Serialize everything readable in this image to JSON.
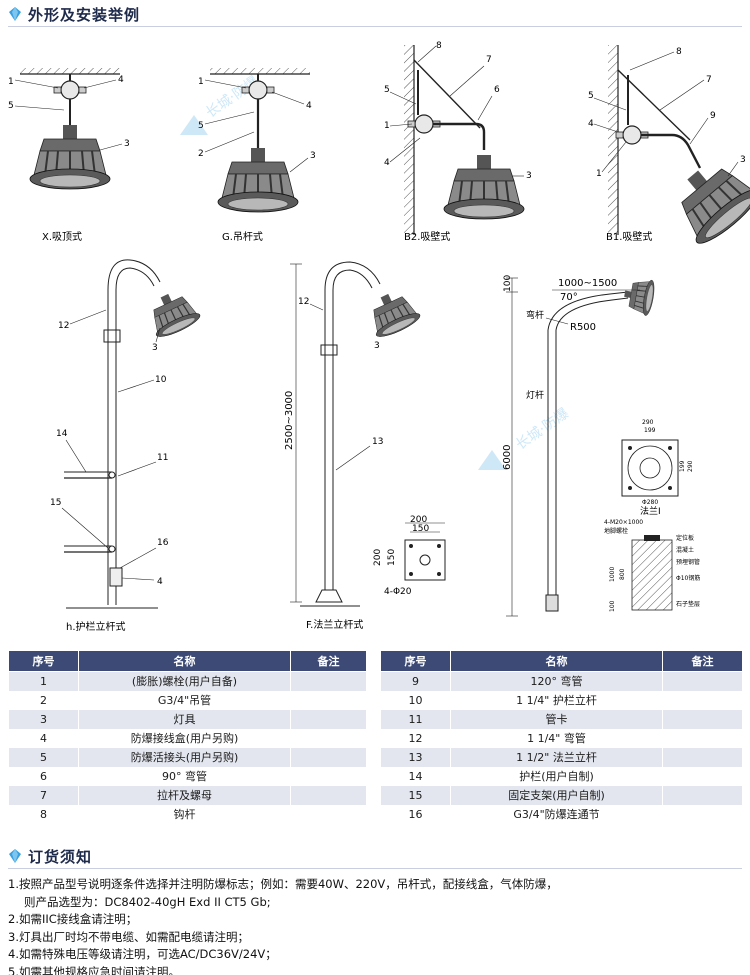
{
  "section1": {
    "title": "外形及安装举例"
  },
  "section2": {
    "title": "订货须知"
  },
  "watermark": "长城·防爆",
  "figures": {
    "x": {
      "caption": "X.吸顶式"
    },
    "g": {
      "caption": "G.吊杆式"
    },
    "b2": {
      "caption": "B2.吸壁式"
    },
    "b1": {
      "caption": "B1.吸壁式"
    },
    "h": {
      "caption": "h.护栏立杆式"
    },
    "f": {
      "caption": "F.法兰立杆式",
      "height_dim": "2500~3000",
      "base_w1": "200",
      "base_w2": "150",
      "base_h1": "200",
      "base_h2": "150",
      "holes": "4-Φ20"
    },
    "street": {
      "dim_top": "100",
      "dim_reach": "1000~1500",
      "angle": "70°",
      "radius": "R500",
      "label_arm": "弯杆",
      "label_pole": "灯杆",
      "dim_height": "6000",
      "flange_caption": "法兰I",
      "flange_dims": [
        "290",
        "199",
        "199",
        "290",
        "Φ280"
      ],
      "foundation_labels": [
        "4-M20×1000",
        "地脚螺栓",
        "定位板",
        "混凝土",
        "预埋钢管",
        "Φ10钢筋",
        "石子垫层"
      ],
      "foundation_dims": [
        "1000",
        "800",
        "100"
      ]
    }
  },
  "table": {
    "headers": {
      "no": "序号",
      "name": "名称",
      "note": "备注"
    },
    "left_rows": [
      {
        "no": "1",
        "name": "(膨胀)螺栓(用户自备)",
        "note": ""
      },
      {
        "no": "2",
        "name": "G3/4\"吊管",
        "note": ""
      },
      {
        "no": "3",
        "name": "灯具",
        "note": ""
      },
      {
        "no": "4",
        "name": "防爆接线盒(用户另购)",
        "note": ""
      },
      {
        "no": "5",
        "name": "防爆活接头(用户另购)",
        "note": ""
      },
      {
        "no": "6",
        "name": "90° 弯管",
        "note": ""
      },
      {
        "no": "7",
        "name": "拉杆及螺母",
        "note": ""
      },
      {
        "no": "8",
        "name": "钩杆",
        "note": ""
      }
    ],
    "right_rows": [
      {
        "no": "9",
        "name": "120° 弯管",
        "note": ""
      },
      {
        "no": "10",
        "name": "1 1/4\" 护栏立杆",
        "note": ""
      },
      {
        "no": "11",
        "name": "管卡",
        "note": ""
      },
      {
        "no": "12",
        "name": "1 1/4\" 弯管",
        "note": ""
      },
      {
        "no": "13",
        "name": "1 1/2\" 法兰立杆",
        "note": ""
      },
      {
        "no": "14",
        "name": "护栏(用户自制)",
        "note": ""
      },
      {
        "no": "15",
        "name": "固定支架(用户自制)",
        "note": ""
      },
      {
        "no": "16",
        "name": "G3/4\"防爆连通节",
        "note": ""
      }
    ]
  },
  "notes": [
    "1.按照产品型号说明逐条件选择并注明防爆标志；例如：需要40W、220V，吊杆式，配接线盒，气体防爆，",
    "则产品选型为：DC8402-40gH Exd II CT5 Gb;",
    "2.如需IIC接线盒请注明；",
    "3.灯具出厂时均不带电缆、如需配电缆请注明；",
    "4.如需特殊电压等级请注明，可选AC/DC36V/24V；",
    "5.如需其他规格应急时间请注明。"
  ],
  "colors": {
    "header_bg": "#3c4a75",
    "row_alt": "#e3e6ef",
    "accent": "#1e2a4a",
    "gem": "#3aa0e0"
  }
}
